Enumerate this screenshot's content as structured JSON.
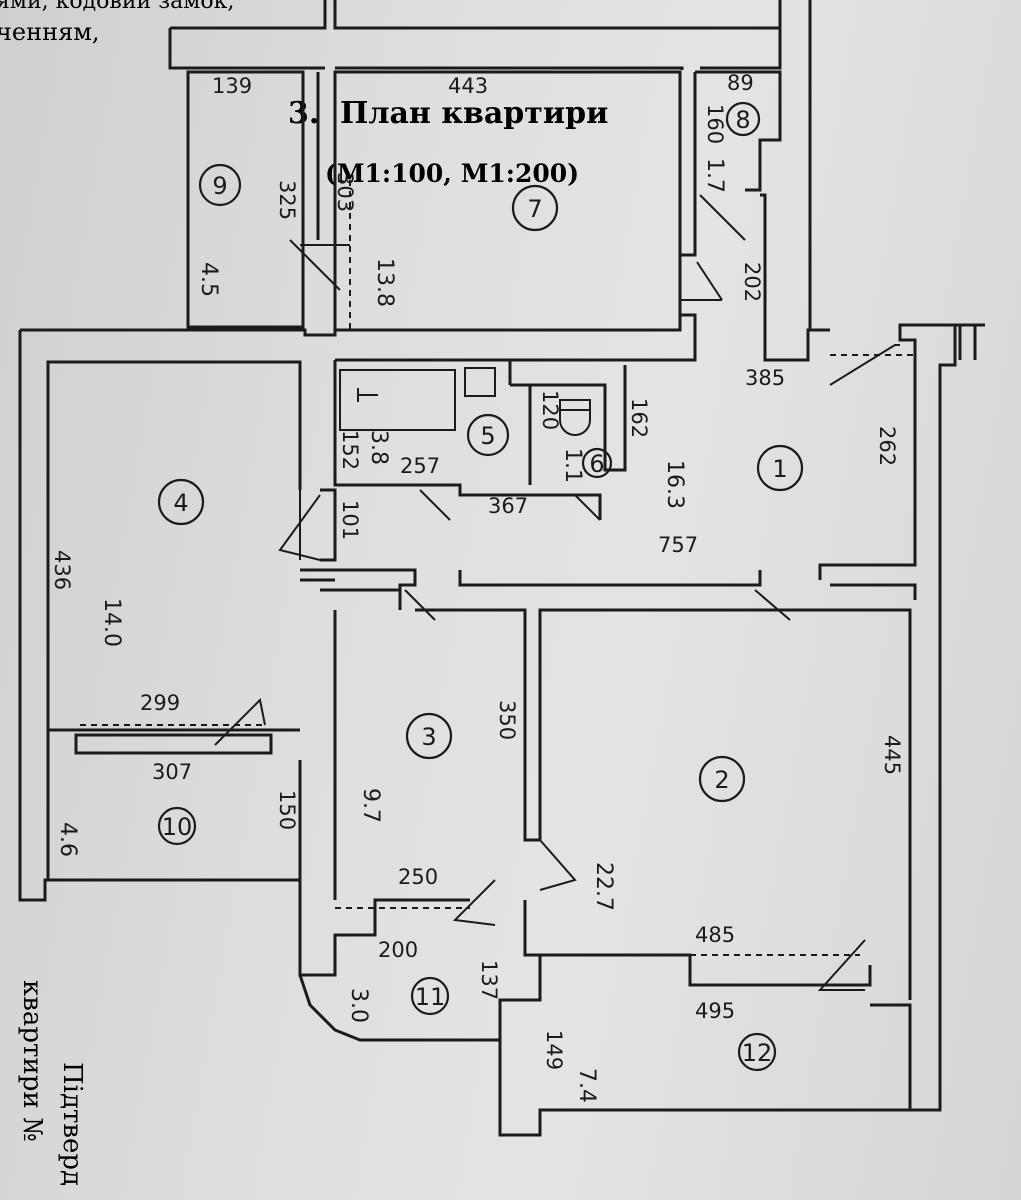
{
  "header": {
    "line1": "ями, кодовий замок,",
    "line2": "ченням,",
    "section_number": "3.",
    "title": "План квартири",
    "scale": "(М1:100, М1:200)"
  },
  "footer": {
    "line1": "Підтверд",
    "line2": "квартири №"
  },
  "rooms": [
    {
      "number": "1",
      "area": "16.3"
    },
    {
      "number": "2",
      "area": "22.7"
    },
    {
      "number": "3",
      "area": "9.7"
    },
    {
      "number": "4",
      "area": "14.0"
    },
    {
      "number": "5",
      "area": "3.8"
    },
    {
      "number": "6",
      "area": "1.1"
    },
    {
      "number": "7",
      "area": "13.8"
    },
    {
      "number": "8",
      "area": "1.7"
    },
    {
      "number": "9",
      "area": "4.5"
    },
    {
      "number": "10",
      "area": "4.6"
    },
    {
      "number": "11",
      "area": "3.0"
    },
    {
      "number": "12",
      "area": "7.4"
    }
  ],
  "dimensions": {
    "d139": "139",
    "d443": "443",
    "d89": "89",
    "d160": "160",
    "d325": "325",
    "d303": "303",
    "d202": "202",
    "d385": "385",
    "d262": "262",
    "d162": "162",
    "d120": "120",
    "d152": "152",
    "d257": "257",
    "d367": "367",
    "d101": "101",
    "d757": "757",
    "d436": "436",
    "d299": "299",
    "d307": "307",
    "d150": "150",
    "d350": "350",
    "d445": "445",
    "d250": "250",
    "d200": "200",
    "d137": "137",
    "d485": "485",
    "d495": "495",
    "d149": "149"
  }
}
